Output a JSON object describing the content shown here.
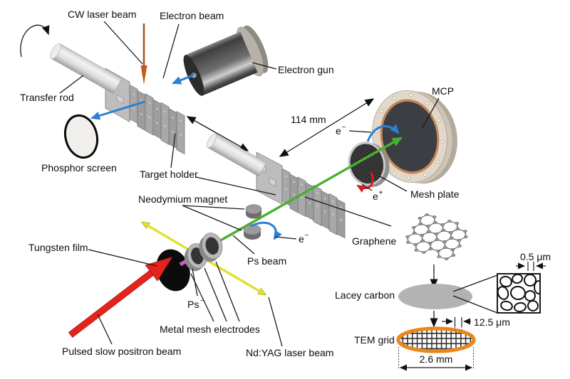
{
  "labels": {
    "cw_laser_beam": "CW laser beam",
    "electron_beam": "Electron beam",
    "electron_gun": "Electron gun",
    "transfer_rod": "Transfer rod",
    "phosphor_screen": "Phosphor screen",
    "target_holder": "Target holder",
    "mcp": "MCP",
    "mesh_plate": "Mesh plate",
    "neodymium_magnet": "Neodymium magnet",
    "ps_beam": "Ps beam",
    "graphene": "Graphene",
    "tungsten_film": "Tungsten film",
    "metal_mesh_electrodes": "Metal mesh electrodes",
    "pulsed_slow_positron_beam": "Pulsed slow positron beam",
    "nd_yag_laser_beam": "Nd:YAG laser beam",
    "lacey_carbon": "Lacey carbon",
    "tem_grid": "TEM grid"
  },
  "particles": {
    "electron_near_mcp": {
      "base": "e",
      "sign": "−"
    },
    "electron_near_magnet": {
      "base": "e",
      "sign": "−"
    },
    "positron_near_mesh": {
      "base": "e",
      "sign": "+"
    },
    "ps_minus": {
      "base": "Ps",
      "sign": "−"
    }
  },
  "measurements": {
    "target_to_mcp": "114 mm",
    "lacey_feature": "0.5 μm",
    "grid_pitch": "12.5 μm",
    "grid_width": "2.6 mm"
  },
  "colors": {
    "electron_beam_blue": "#2b7fd4",
    "ps_beam_green": "#47b02e",
    "positron_beam_red": "#e3231d",
    "nd_yag_yellow": "#e2df2e",
    "cw_laser_orange": "#b45a1a",
    "ps_minus_magenta": "#c95fc9",
    "e_plus_red": "#d42020",
    "tem_grid_orange": "#e8881c",
    "mcp_flange_beige": "#e2d8ca",
    "mcp_center_dark": "#3b3f43",
    "lacey_carbon_gray": "#b3b3b3",
    "holder_gray": "#a6a6a6"
  }
}
